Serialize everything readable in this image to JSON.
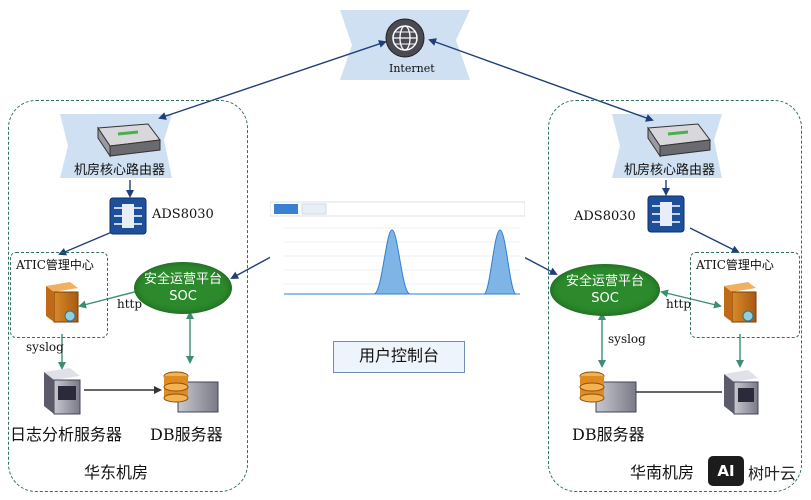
{
  "internet": {
    "label": "Internet"
  },
  "east": {
    "region_label": "华东机房",
    "router_label": "机房核心路由器",
    "ads_label": "ADS8030",
    "atic_label": "ATIC管理中心",
    "soc_line1": "安全运营平台",
    "soc_line2": "SOC",
    "http_label": "http",
    "syslog_label": "syslog",
    "log_server_label": "日志分析服务器",
    "db_label": "DB服务器"
  },
  "south": {
    "region_label": "华南机房",
    "router_label": "机房核心路由器",
    "ads_label": "ADS8030",
    "atic_label": "ATIC管理中心",
    "soc_line1": "安全运营平台",
    "soc_line2": "SOC",
    "http_label": "http",
    "syslog_label": "syslog",
    "db_label": "DB服务器"
  },
  "console": {
    "label": "用户控制台"
  },
  "watermark": {
    "mark": "AI",
    "text": "树叶云"
  },
  "colors": {
    "region_border": "#2f6f5f",
    "soc_green": "#2c8a2c",
    "panel_blue": "#cfe0f2",
    "arrow_blue": "#1f3f7a",
    "arrow_green": "#3a8f6f"
  }
}
